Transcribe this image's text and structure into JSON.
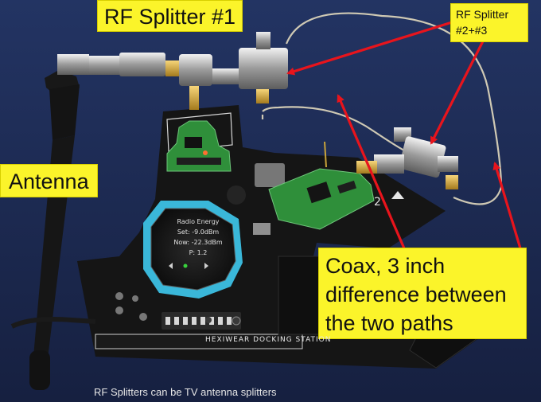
{
  "labels": {
    "splitter1": "RF Splitter #1",
    "splitter23_line1": "RF Splitter",
    "splitter23_line2": "#2+#3",
    "antenna": "Antenna",
    "coax_line1": "Coax, 3 inch",
    "coax_line2": "difference between",
    "coax_line3": "the two paths"
  },
  "caption": "RF Splitters can be TV antenna splitters",
  "device_screen": {
    "title": "Radio Energy",
    "set": "Set: -9.0dBm",
    "now": "Now: -22.3dBm",
    "p": "P: 1.2"
  },
  "board_silkscreen": "HEXIWEAR DOCKING STATION",
  "colors": {
    "label_fill": "#fbf42a",
    "arrow": "#e8141c",
    "background": "#1d2a4f",
    "pcb_black": "#141414",
    "pcb_green": "#2f8f3a",
    "teal_tape": "#3ab7d9"
  }
}
